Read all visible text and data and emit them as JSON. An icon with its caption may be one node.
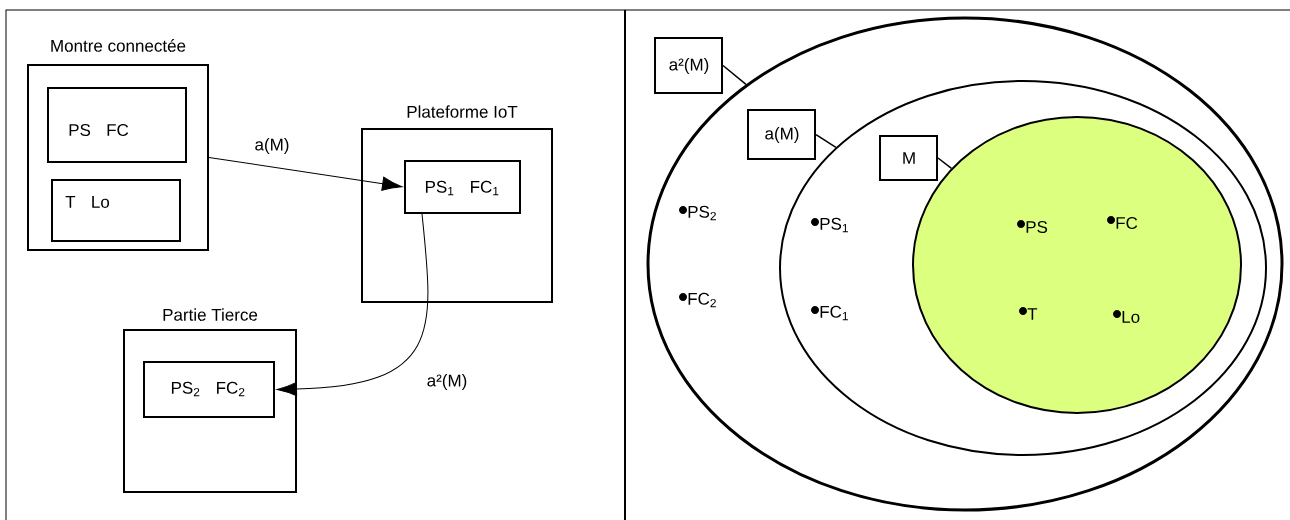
{
  "diagram": {
    "nodes": [
      {
        "text": [
          "Montre connectée"
        ]
      },
      {
        "text": [
          "PS FC"
        ],
        "in": 0
      },
      {
        "text": [
          "T Lo"
        ],
        "in": 0
      },
      {
        "text": [
          "Plateforme IoT"
        ]
      },
      {
        "text": [
          "PS$_{1}$ FC$_{1}$"
        ],
        "in": 3
      },
      {
        "text": [
          "Partie Tierce"
        ]
      },
      {
        "text": [
          "PS$_{2}$ FC$_{2}$"
        ],
        "in": 5
      },
      {
        "text": [
          "a²(M)"
        ]
      },
      {
        "text": [
          "PS$_{2}$",
          "FC$_{2}$"
        ]
      },
      {
        "text": [
          "a(M)"
        ],
        "in": 8
      },
      {
        "text": [
          "PS$_{1}$",
          "FC$_{1}$"
        ],
        "in": 8
      },
      {
        "text": [
          "M"
        ],
        "in": 10
      },
      {
        "text": [
          "PS",
          "FC",
          "T",
          "Lo"
        ],
        "in": 10
      }
    ],
    "edges": [
      {
        "from": 0,
        "to": 4,
        "arrow": "to",
        "label": "a(M)"
      },
      {
        "from": 4,
        "to": 6,
        "arrow": "to",
        "label": "a²(M)"
      },
      {
        "from": 7,
        "to": 8,
        "arrow": "none"
      },
      {
        "from": 9,
        "to": 10,
        "arrow": "none"
      },
      {
        "from": 11,
        "to": 12,
        "arrow": "none"
      }
    ]
  }
}
